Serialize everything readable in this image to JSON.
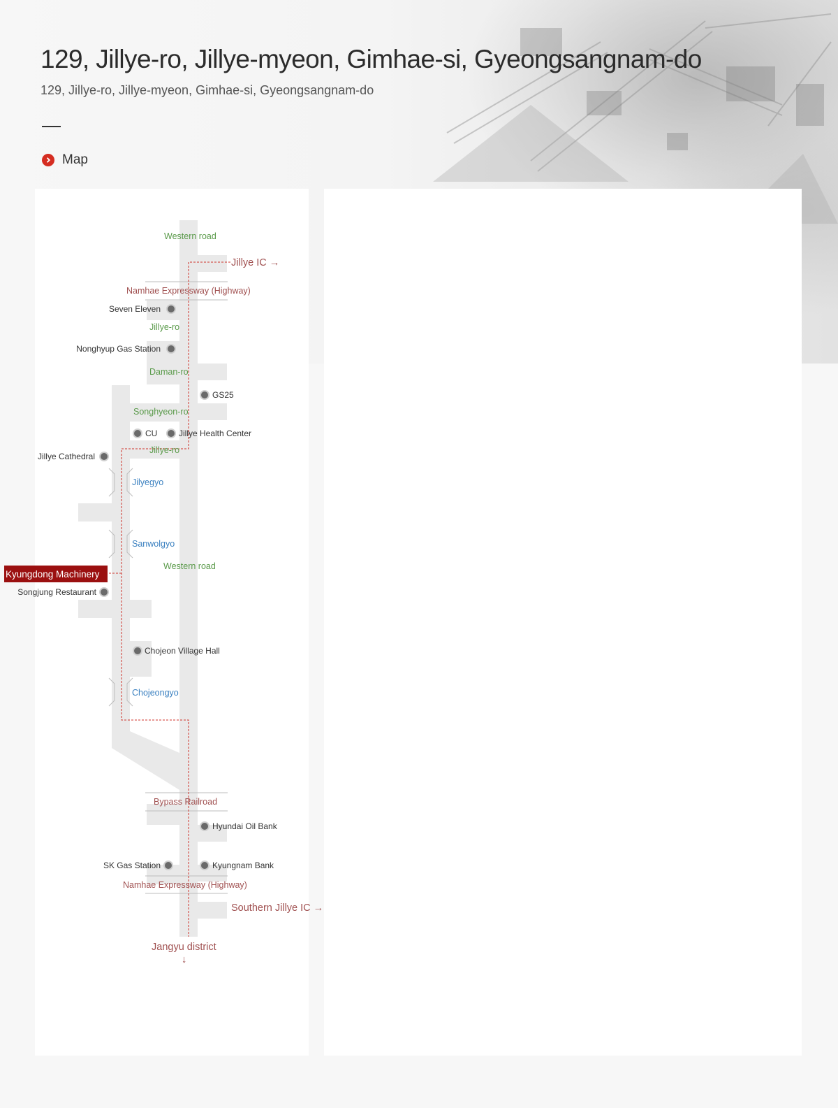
{
  "header": {
    "title": "129, Jillye-ro, Jillye-myeon, Gimhae-si, Gyeongsangnam-do",
    "subtitle": "129, Jillye-ro, Jillye-myeon, Gimhae-si, Gyeongsangnam-do"
  },
  "section": {
    "label": "Map",
    "icon": "chevron-right-icon"
  },
  "colors": {
    "accent": "#d52d21",
    "marker_bg": "#9b1010",
    "road_label": "#5a9a4a",
    "highway_label": "#a05050",
    "bridge_label": "#3a80c0",
    "route_line": "#d0342c"
  },
  "map": {
    "roads": {
      "western_road_top": "Western road",
      "namhae_expressway_top": "Namhae Expressway (Highway)",
      "jillye_ro_1": "Jillye-ro",
      "daman_ro": "Daman-ro",
      "songhyeon_ro": "Songhyeon-ro",
      "jillye_ro_2": "Jillye-ro",
      "western_road_mid": "Western road",
      "bypass_railroad": "Bypass Railroad",
      "namhae_expressway_bottom": "Namhae Expressway (Highway)"
    },
    "bridges": {
      "jilyegyo": "Jilyegyo",
      "sanwolgyo": "Sanwolgyo",
      "chojeongyo": "Chojeongyo"
    },
    "exits": {
      "jillye_ic": "Jillye IC →",
      "southern_jillye_ic": "Southern Jillye IC →",
      "jangyu_district": "Jangyu district",
      "jangyu_arrow": "↓"
    },
    "places": {
      "seven_eleven": "Seven Eleven",
      "nonghyup": "Nonghyup Gas Station",
      "gs25": "GS25",
      "cu": "CU",
      "health_center": "Jillye Health Center",
      "cathedral": "Jillye Cathedral",
      "songjung": "Songjung Restaurant",
      "chojeon_hall": "Chojeon Village Hall",
      "hyundai_oil": "Hyundai Oil Bank",
      "sk_gas": "SK Gas Station",
      "kyungnam_bank": "Kyungnam Bank"
    },
    "destination": "Kyungdong Machinery"
  }
}
